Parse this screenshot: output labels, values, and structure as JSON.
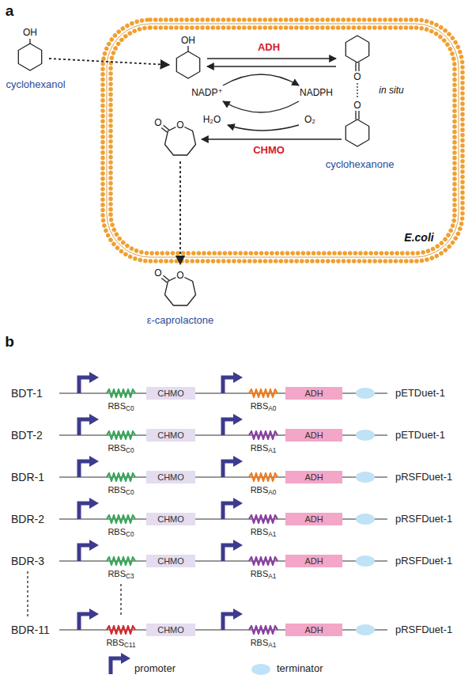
{
  "diagram": {
    "nodes": [
      {
        "text": [
          "CHMO"
        ]
      },
      {
        "text": [
          "ADH"
        ]
      },
      {
        "text": [
          "CHMO"
        ]
      },
      {
        "text": [
          "ADH"
        ]
      },
      {
        "text": [
          "CHMO"
        ]
      },
      {
        "text": [
          "ADH"
        ]
      },
      {
        "text": [
          "CHMO"
        ]
      },
      {
        "text": [
          "ADH"
        ]
      },
      {
        "text": [
          "CHMO"
        ]
      },
      {
        "text": [
          "ADH"
        ]
      },
      {
        "text": [
          "CHMO"
        ]
      },
      {
        "text": [
          "ADH"
        ]
      }
    ],
    "labels": [
      "a",
      "OH",
      "cyclohexanol",
      "OH",
      "ADH",
      "O",
      "in situ",
      "NADP⁺",
      "NADPH",
      "O",
      "O",
      "H₂O",
      "O₂",
      "O",
      "CHMO",
      "cyclohexanone",
      "E.coli",
      "O",
      "O",
      "ε-caprolactone",
      "b",
      "BDT-1",
      "RBSC0",
      "RBSA0",
      "pETDuet-1",
      "BDT-2",
      "RBSC0",
      "RBSA1",
      "pETDuet-1",
      "BDR-1",
      "RBSC0",
      "RBSA0",
      "pRSFDuet-1",
      "BDR-2",
      "RBSC0",
      "RBSA1",
      "pRSFDuet-1",
      "BDR-3",
      "RBSC3",
      "RBSA1",
      "pRSFDuet-1",
      "BDR-11",
      "RBSC11",
      "RBSA1",
      "pRSFDuet-1"
    ],
    "legend": [
      {
        "text": "promoter"
      },
      {
        "text": "terminator"
      }
    ]
  }
}
